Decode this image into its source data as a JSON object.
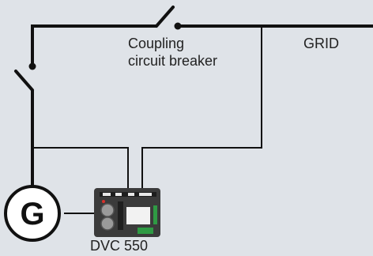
{
  "diagram": {
    "breaker_label_line1": "Coupling",
    "breaker_label_line2": "circuit breaker",
    "grid_label": "GRID",
    "generator_symbol": "G",
    "device_label": "DVC 550",
    "colors": {
      "background": "#dfe3e8",
      "wire": "#111111",
      "device_body": "#3b3b3b",
      "device_panel": "#f2f2f2",
      "terminal_green": "#2f9a44",
      "led_red": "#d9302a"
    }
  }
}
